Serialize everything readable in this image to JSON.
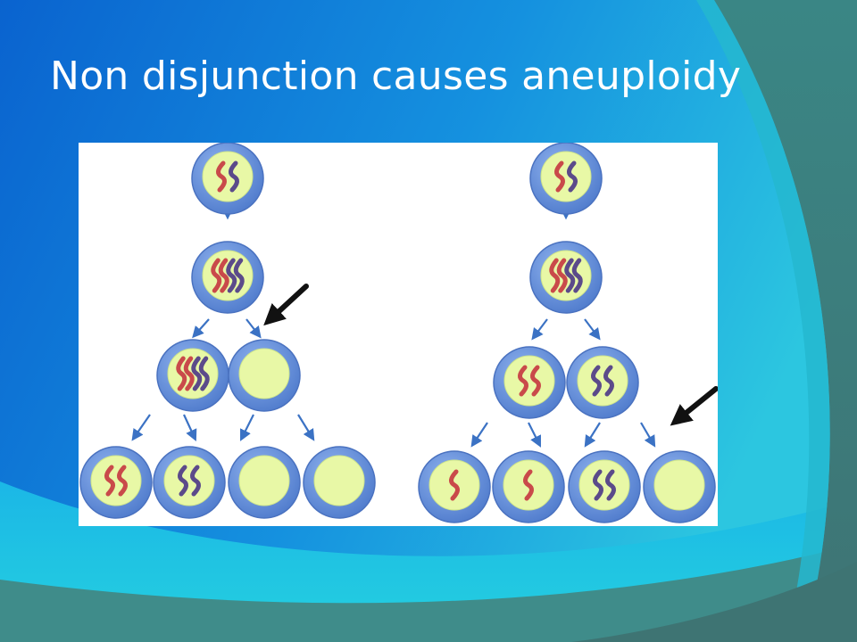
{
  "slide": {
    "title": "Non disjunction causes aneuploidy"
  },
  "colors": {
    "background_blue": "#0a6fd6",
    "background_cyan": "#29c8e2",
    "background_slate": "#3f7f7d",
    "title_text": "#ffffff",
    "cell_membrane": "#5b86d4",
    "cell_nucleus": "#e8f8a6",
    "chromosome_red": "#c94a4a",
    "chromosome_purple": "#5b4a8a",
    "division_arrow": "#3b72c4",
    "highlight_arrow": "#111111"
  },
  "diagram": {
    "panels": [
      {
        "id": "left",
        "nondisjunction_stage": "meiosis I",
        "cells": [
          {
            "id": "L-parent",
            "row": 0,
            "chromosomes": [
              "red",
              "purple"
            ]
          },
          {
            "id": "L-replicated",
            "row": 1,
            "chromosomes": [
              "red",
              "red",
              "purple",
              "purple"
            ]
          },
          {
            "id": "L-m1-a",
            "row": 2,
            "chromosomes": [
              "red",
              "red",
              "purple",
              "purple"
            ]
          },
          {
            "id": "L-m1-b",
            "row": 2,
            "chromosomes": []
          },
          {
            "id": "L-g1",
            "row": 3,
            "chromosomes": [
              "red",
              "red"
            ]
          },
          {
            "id": "L-g2",
            "row": 3,
            "chromosomes": [
              "purple",
              "purple"
            ]
          },
          {
            "id": "L-g3",
            "row": 3,
            "chromosomes": []
          },
          {
            "id": "L-g4",
            "row": 3,
            "chromosomes": []
          }
        ]
      },
      {
        "id": "right",
        "nondisjunction_stage": "meiosis II",
        "cells": [
          {
            "id": "R-parent",
            "row": 0,
            "chromosomes": [
              "red",
              "purple"
            ]
          },
          {
            "id": "R-replicated",
            "row": 1,
            "chromosomes": [
              "red",
              "red",
              "purple",
              "purple"
            ]
          },
          {
            "id": "R-m1-a",
            "row": 2,
            "chromosomes": [
              "red",
              "red"
            ]
          },
          {
            "id": "R-m1-b",
            "row": 2,
            "chromosomes": [
              "purple",
              "purple"
            ]
          },
          {
            "id": "R-g1",
            "row": 3,
            "chromosomes": [
              "red"
            ]
          },
          {
            "id": "R-g2",
            "row": 3,
            "chromosomes": [
              "red"
            ]
          },
          {
            "id": "R-g3",
            "row": 3,
            "chromosomes": [
              "purple",
              "purple"
            ]
          },
          {
            "id": "R-g4",
            "row": 3,
            "chromosomes": []
          }
        ]
      }
    ]
  }
}
